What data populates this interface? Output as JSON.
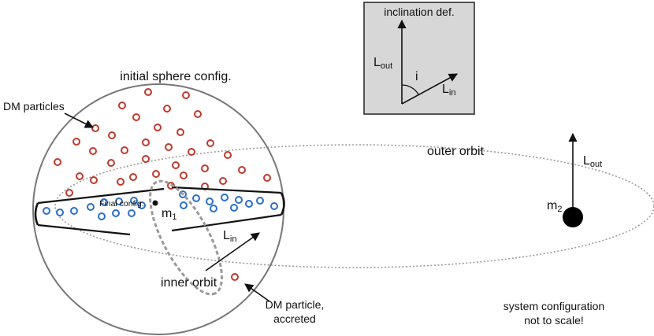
{
  "labels": {
    "inclination_title": "inclination def.",
    "angle_symbol": "i",
    "l_symbol": "L",
    "out_sub": "out",
    "in_sub": "in",
    "initial_sphere": "initial sphere config.",
    "dm_particles": "DM particles",
    "final_config": "Final config.",
    "m_symbol": "m",
    "m1_sub": "1",
    "m2_sub": "2",
    "outer_orbit": "outer orbit",
    "inner_orbit": "inner orbit",
    "dm_accreted_line1": "DM particle,",
    "dm_accreted_line2": "accreted",
    "note_line1": "system configuration",
    "note_line2": "not to scale!"
  },
  "colors": {
    "red_particle": "#c0392b",
    "blue_particle": "#2a6fc9",
    "inset_fill": "#d7d7d7",
    "orbit_stroke": "#9a9a9a",
    "line": "#111111"
  }
}
